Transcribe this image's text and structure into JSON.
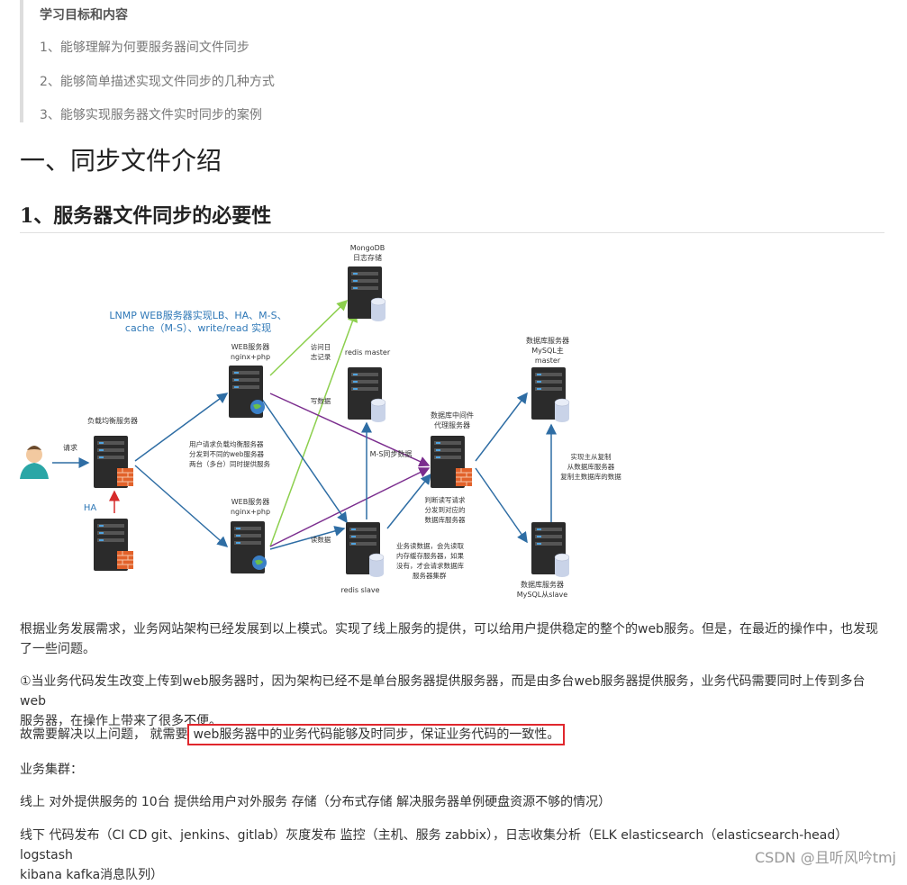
{
  "blockquote": {
    "title": "学习目标和内容",
    "items": [
      "1、能够理解为何要服务器间文件同步",
      "2、能够简单描述实现文件同步的几种方式",
      "3、能够实现服务器文件实时同步的案例"
    ]
  },
  "h1": "一、同步文件介绍",
  "h2": "1、服务器文件同步的必要性",
  "diagram": {
    "lnmp_title_1": "LNMP WEB服务器实现LB、HA、M-S、",
    "lnmp_title_2": "cache（M-S）、write/read 实现",
    "mongodb_1": "MongoDB",
    "mongodb_2": "日志存储",
    "web1_1": "WEB服务器",
    "web1_2": "nginx+php",
    "web2_1": "WEB服务器",
    "web2_2": "nginx+php",
    "lb": "负载均衡服务器",
    "request": "请求",
    "ha": "HA",
    "log_1": "访问日",
    "log_2": "志记录",
    "redis_master": "redis   master",
    "write": "写数据",
    "ms_sync": "M-S同步数据",
    "read": "读数据",
    "redis_slave": "redis   slave",
    "proxy_1": "数据库中间件",
    "proxy_2": "代理服务器",
    "proxy_desc_1": "判断读写请求",
    "proxy_desc_2": "分发到对应的",
    "proxy_desc_3": "数据库服务器",
    "user_desc_1": "用户请求负载均衡服务器",
    "user_desc_2": "分发到不同的web服务器",
    "user_desc_3": "两台（多台）同时提供服务",
    "read_desc_1": "业务读数据，会先读取",
    "read_desc_2": "内存缓存服务器，如果",
    "read_desc_3": "没有，才会请求数据库",
    "read_desc_4": "服务器集群",
    "db_master_1": "数据库服务器",
    "db_master_2": "MySQL主",
    "db_master_3": "master",
    "repl_1": "实现主从复制",
    "repl_2": "从数据库服务器",
    "repl_3": "复制主数据库的数据",
    "db_slave_1": "数据库服务器",
    "db_slave_2": "MySQL从slave"
  },
  "paragraphs": {
    "p1_line1": "根据业务发展需求，业务网站架构已经发展到以上模式。实现了线上服务的提供，可以给用户提供稳定的整个的web服务。但是，在最近的操作中，也发现",
    "p1_line2": "了一些问题。",
    "p2_line1": "①当业务代码发生改变上传到web服务器时，因为架构已经不是单台服务器提供服务器，而是由多台web服务器提供服务，业务代码需要同时上传到多台web",
    "p2_line2": "服务器，在操作上带来了很多不便。",
    "p3_prefix": "故需要解决以上问题， 就需要",
    "p3_highlight": "web服务器中的业务代码能够及时同步，保证业务代码的一致性。",
    "p4": "业务集群：",
    "p5": "线上 对外提供服务的 10台 提供给用户对外服务 存储（分布式存储 解决服务器单例硬盘资源不够的情况）",
    "p6_line1": "线下 代码发布（CI CD git、jenkins、gitlab）灰度发布 监控（主机、服务 zabbix），日志收集分析（ELK elasticsearch（elasticsearch-head） logstash",
    "p6_line2": "kibana kafka消息队列）"
  },
  "watermark": "CSDN @且听风吟tmj"
}
